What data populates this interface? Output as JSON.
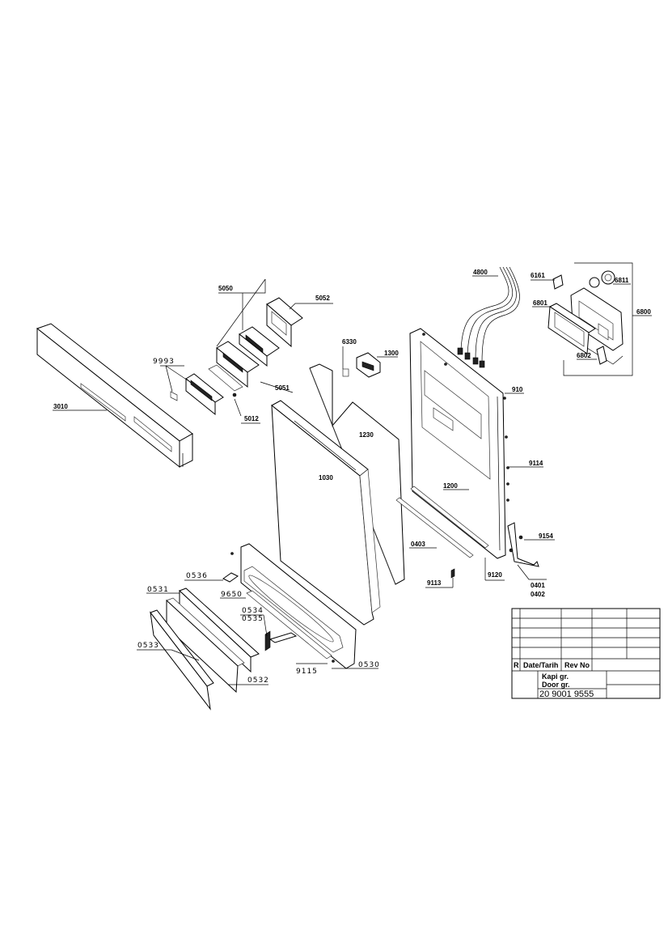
{
  "labels": {
    "p3010": "3010",
    "p9993": "9993",
    "p5050": "5050",
    "p5052": "5052",
    "p5051": "5051",
    "p5012": "5012",
    "p6330": "6330",
    "p1300": "1300",
    "p1230": "1230",
    "p1030": "1030",
    "p4800": "4800",
    "p6161": "6161",
    "p6811": "6811",
    "p6801": "6801",
    "p6800": "6800",
    "p6802": "6802",
    "p910": "910",
    "p9114": "9114",
    "p1200": "1200",
    "p9154": "9154",
    "p0403": "0403",
    "p9113": "9113",
    "p9120": "9120",
    "p0401": "0401",
    "p0402": "0402",
    "p0536": "0536",
    "p0531": "0531",
    "p9650": "9650",
    "p0534": "0534",
    "p0535": "0535",
    "p0533": "0533",
    "p9115": "9115",
    "p0530": "0530",
    "p0532": "0532"
  },
  "title_block": {
    "rev_marker": "R",
    "date_header": "Date/Tarih",
    "rev_header": "Rev No",
    "group_tr": "Kapi gr.",
    "group_en": "Door gr.",
    "drawing_number": "20 9001 9555"
  }
}
